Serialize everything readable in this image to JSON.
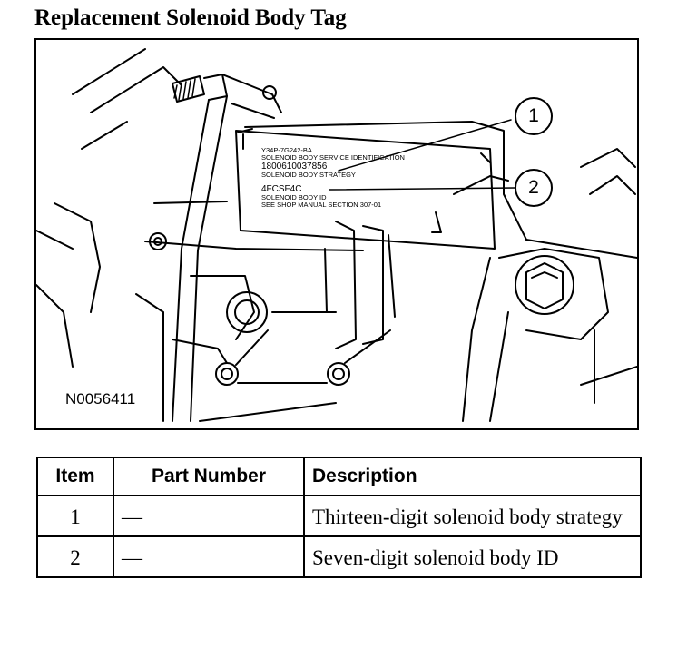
{
  "title": "Replacement Solenoid Body Tag",
  "figure": {
    "id": "N0056411",
    "tag_lines": [
      "Y34P-7G242-BA",
      "SOLENOID BODY SERVICE IDENTIFICATION",
      "1800610037856",
      "SOLENOID BODY STRATEGY",
      "4FCSF4C",
      "SOLENOID BODY ID",
      "SEE SHOP MANUAL SECTION 307-01"
    ],
    "callouts": [
      "1",
      "2"
    ]
  },
  "table": {
    "headers": [
      "Item",
      "Part Number",
      "Description"
    ],
    "rows": [
      {
        "item": "1",
        "part": "—",
        "desc": "Thirteen-digit solenoid body strategy"
      },
      {
        "item": "2",
        "part": "—",
        "desc": "Seven-digit solenoid body ID"
      }
    ]
  }
}
